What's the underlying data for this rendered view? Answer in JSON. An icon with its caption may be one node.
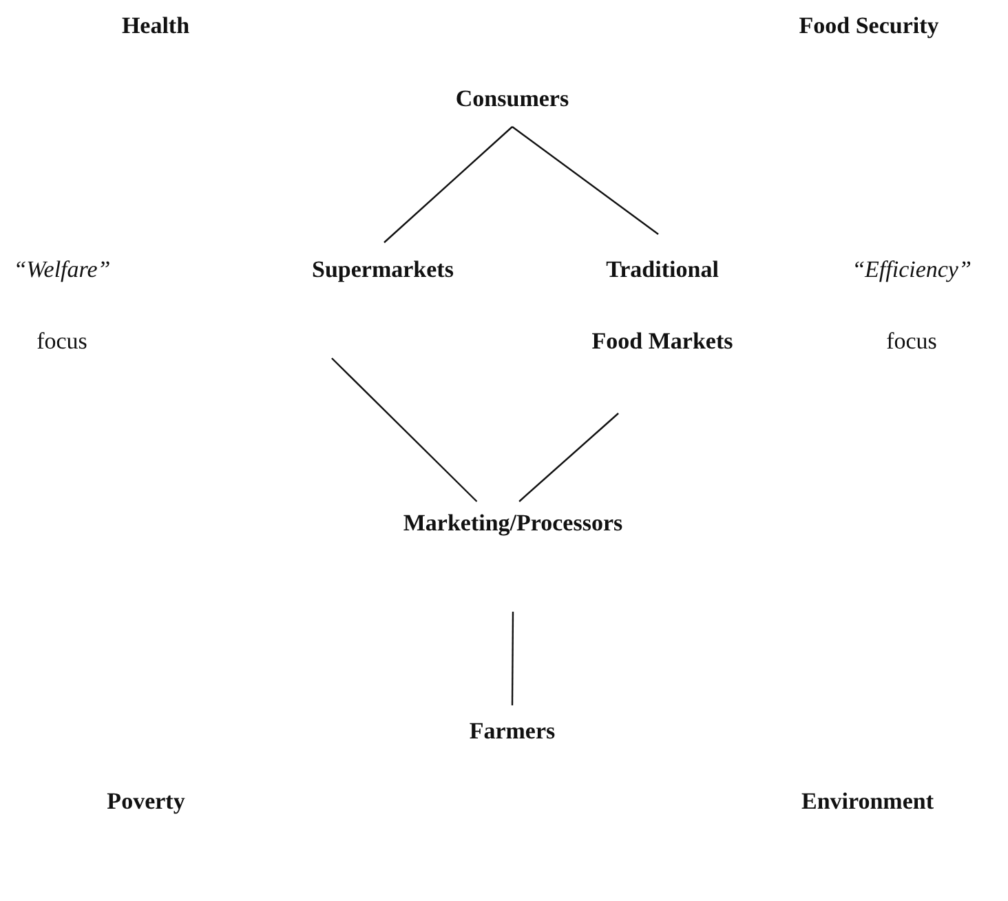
{
  "diagram": {
    "nodes": [
      {
        "text": [
          "Consumers"
        ]
      },
      {
        "text": [
          "Supermarkets"
        ]
      },
      {
        "text": [
          "Traditional Food Markets"
        ]
      },
      {
        "text": [
          "Marketing/Processors"
        ]
      },
      {
        "text": [
          "Farmers"
        ]
      }
    ],
    "edges": [
      {
        "from": 0,
        "to": 1,
        "arrow": "none"
      },
      {
        "from": 0,
        "to": 2,
        "arrow": "none"
      },
      {
        "from": 1,
        "to": 3,
        "arrow": "none"
      },
      {
        "from": 2,
        "to": 3,
        "arrow": "none"
      },
      {
        "from": 3,
        "to": 4,
        "arrow": "none"
      }
    ],
    "labels": [
      "Health",
      "Food Security",
      "“Welfare”",
      "focus",
      "“Efficiency”",
      "focus",
      "Poverty",
      "Environment"
    ]
  }
}
